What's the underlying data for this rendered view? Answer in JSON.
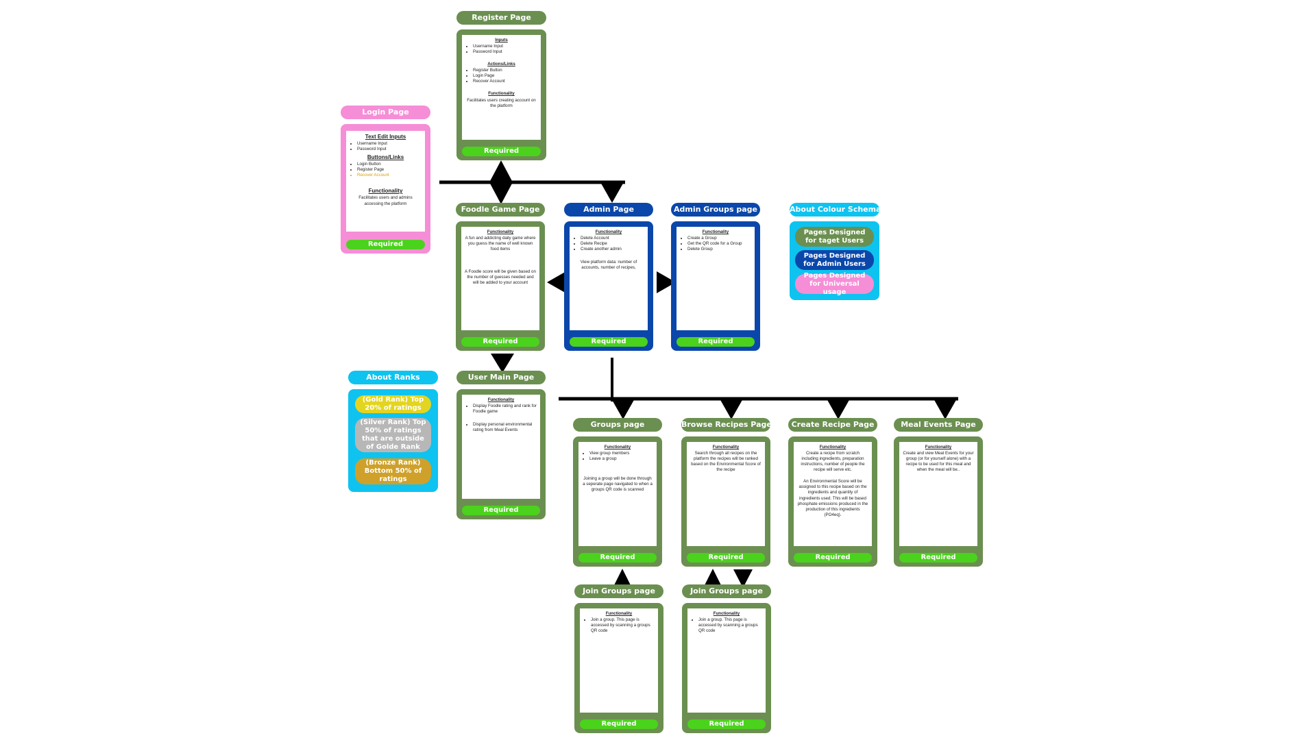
{
  "labels": {
    "required": "Required",
    "functionality": "Functionality",
    "inputs": "Inputs",
    "actions_links": "Actions/Links",
    "text_edit_inputs": "Text Edit Inputs",
    "buttons_links": "Buttons/Links"
  },
  "colors": {
    "target": "#6b8f50",
    "admin": "#0b47aa",
    "universal": "#f58ed6",
    "info": "#0ec3f0",
    "required": "#4bd21c",
    "gold": "#e3d51f",
    "silver": "#b7b7b7",
    "bronze": "#cfa12a"
  },
  "register": {
    "title": "Register Page",
    "inputs": [
      "Username Input",
      "Password Input"
    ],
    "actions": [
      "Register Button",
      "Login Page",
      "Recover Account"
    ],
    "functionality": "Facilitates users creating account on the platform"
  },
  "login": {
    "title": "Login Page",
    "inputs": [
      "Username Input",
      "Password Input"
    ],
    "buttons": [
      "Login Button",
      "Register Page",
      "Recover Account"
    ],
    "functionality": "Facilitates users and admins accessing the platform"
  },
  "foodle": {
    "title": "Foodle Game Page",
    "p1": "A fun and addicting daily game where you guess the name of well known food items",
    "p2": "A Foodle score will be given based on the number of guesses needed and will be added to your account"
  },
  "admin": {
    "title": "Admin Page",
    "items": [
      "Delete Account",
      "Delete Recipe",
      "Create another admin"
    ],
    "p": "View platform data: number of accounts, number of recipes,"
  },
  "admin_groups": {
    "title": "Admin Groups page",
    "items": [
      "Create a Group",
      "Get the QR code for a Group",
      "Delete Group"
    ]
  },
  "colour_schema": {
    "title": "About Colour Schema",
    "target": "Pages Designed for taget Users",
    "admin": "Pages Designed for Admin Users",
    "universal": "Pages Designed for Universal usage"
  },
  "ranks": {
    "title": "About Ranks",
    "gold": "(Gold Rank) Top 20% of ratings",
    "silver": "(Silver Rank) Top 50% of ratings that are outside of Golde Rank",
    "bronze": "(Bronze Rank) Bottom 50% of ratings"
  },
  "user_main": {
    "title": "User Main Page",
    "items": [
      "Display Foodle rating and rank for Foodle game"
    ],
    "items2": [
      "Display personal environmental rating from Meal Events"
    ]
  },
  "groups": {
    "title": "Groups page",
    "items": [
      "View group members",
      "Leave a group"
    ],
    "p": "Joining a group will be done through a seperate page navigated to when a groups QR code is scanned"
  },
  "browse": {
    "title": "Browse Recipes Page",
    "p": "Search through all recipes on the platform the recipes will be ranked based on the Environmental Score of the recipe"
  },
  "create": {
    "title": "Create Recipe Page",
    "p1": "Create a recipe from scratch including ingredients, preparation instructions, number of people the recipe will serve etc.",
    "p2": "An Environmental Score will be assigned to this recipe based on the ingredients and quantity of ingredients used. This will be based phosphate emissions produced in the production of this ingredients (PO4eq)."
  },
  "meal": {
    "title": "Meal Events Page",
    "p": "Create and view Meal Events for your group (or for yourself alone) with a recipe to be used for this meal and when the meal will be.."
  },
  "join1": {
    "title": "Join Groups page",
    "items": [
      "Join a group. This page is accessed by scanning a groups QR code"
    ]
  },
  "join2": {
    "title": "Join Groups page",
    "items": [
      "Join a group. This page is accessed by scanning a groups QR code"
    ]
  }
}
